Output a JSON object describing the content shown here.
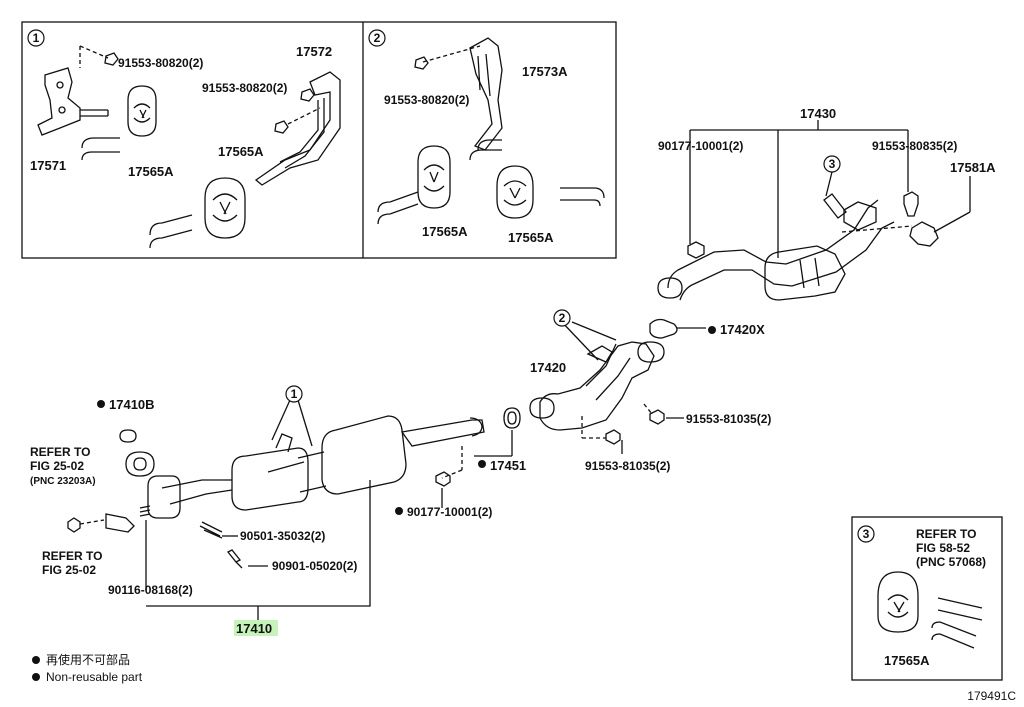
{
  "panels": {
    "p1": {
      "tag": "1",
      "labels": [
        "91553-80820(2)",
        "17572",
        "91553-80820(2)",
        "17571",
        "17565A",
        "17565A"
      ]
    },
    "p2": {
      "tag": "2",
      "labels": [
        "17573A",
        "91553-80820(2)",
        "17565A",
        "17565A"
      ]
    },
    "p3": {
      "tag": "3",
      "refer": [
        "REFER TO",
        "FIG 58-52",
        "(PNC 57068)"
      ],
      "labels": [
        "17565A"
      ]
    }
  },
  "main": {
    "tags": [
      "3",
      "2",
      "1"
    ],
    "labels": {
      "l17430": "17430",
      "l90177a": "90177-10001(2)",
      "l91553_835": "91553-80835(2)",
      "l17581A": "17581A",
      "l17420X": "17420X",
      "l17420": "17420",
      "l91553_1035a": "91553-81035(2)",
      "l91553_1035b": "91553-81035(2)",
      "l17451": "17451",
      "l17410B": "17410B",
      "l90177b": "90177-10001(2)",
      "l90501": "90501-35032(2)",
      "l90901": "90901-05020(2)",
      "l90116": "90116-08168(2)",
      "l17410": "17410"
    },
    "refer_a": [
      "REFER TO",
      "FIG 25-02",
      "(PNC 23203A)"
    ],
    "refer_b": [
      "REFER TO",
      "FIG 25-02"
    ]
  },
  "legend": {
    "jp": "再使用不可部品",
    "en": "Non-reusable part"
  },
  "figure_id": "179491C"
}
